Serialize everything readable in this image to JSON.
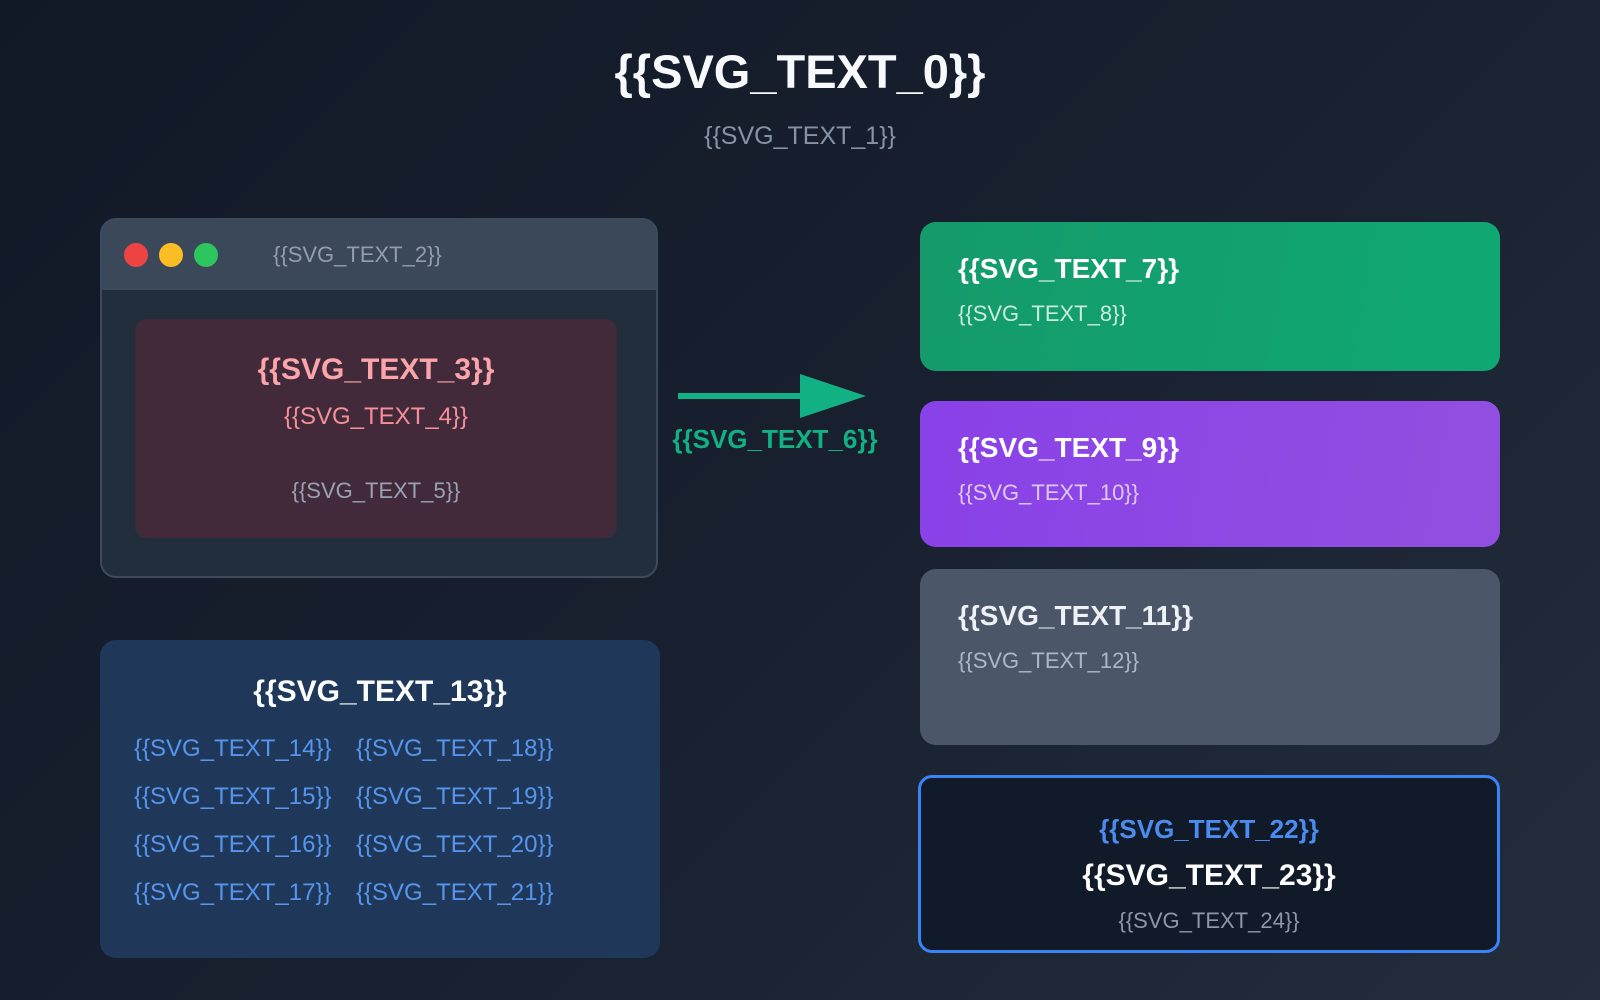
{
  "page": {
    "title": "{{SVG_TEXT_0}}",
    "subtitle": "{{SVG_TEXT_1}}",
    "background_gradient": [
      "#111927",
      "#232d3c"
    ]
  },
  "browser_window": {
    "titlebar": {
      "title": "{{SVG_TEXT_2}}",
      "traffic_lights": [
        {
          "icon": "traffic-light-red",
          "color": "#ee4444"
        },
        {
          "icon": "traffic-light-yellow",
          "color": "#fbbd24"
        },
        {
          "icon": "traffic-light-green",
          "color": "#2cc55e"
        }
      ],
      "background": "#3b4859"
    },
    "body_background": "#232e3d",
    "error_box": {
      "heading": "{{SVG_TEXT_3}}",
      "message": "{{SVG_TEXT_4}}",
      "note": "{{SVG_TEXT_5}}",
      "background": "#432a3b",
      "heading_color": "#fba5ab",
      "message_color": "#f58f98",
      "note_color": "#97a3b4"
    }
  },
  "arrow": {
    "label": "{{SVG_TEXT_6}}",
    "color": "#12b183",
    "direction": "right"
  },
  "result_cards": [
    {
      "id": "green",
      "title": "{{SVG_TEXT_7}}",
      "subtitle": "{{SVG_TEXT_8}}",
      "background": "#12a06e"
    },
    {
      "id": "purple",
      "title": "{{SVG_TEXT_9}}",
      "subtitle": "{{SVG_TEXT_10}}",
      "background": "#8c46e3"
    },
    {
      "id": "slate",
      "title": "{{SVG_TEXT_11}}",
      "subtitle": "{{SVG_TEXT_12}}",
      "background": "#4b5769"
    }
  ],
  "list_card": {
    "title": "{{SVG_TEXT_13}}",
    "columns": [
      [
        "{{SVG_TEXT_14}}",
        "{{SVG_TEXT_15}}",
        "{{SVG_TEXT_16}}",
        "{{SVG_TEXT_17}}"
      ],
      [
        "{{SVG_TEXT_18}}",
        "{{SVG_TEXT_19}}",
        "{{SVG_TEXT_20}}",
        "{{SVG_TEXT_21}}"
      ]
    ],
    "item_color": "#5595ee",
    "background": "#1f3859"
  },
  "callout_card": {
    "line1": "{{SVG_TEXT_22}}",
    "line2": "{{SVG_TEXT_23}}",
    "line3": "{{SVG_TEXT_24}}",
    "border_color": "#3b82f6",
    "background": "#101a28"
  }
}
